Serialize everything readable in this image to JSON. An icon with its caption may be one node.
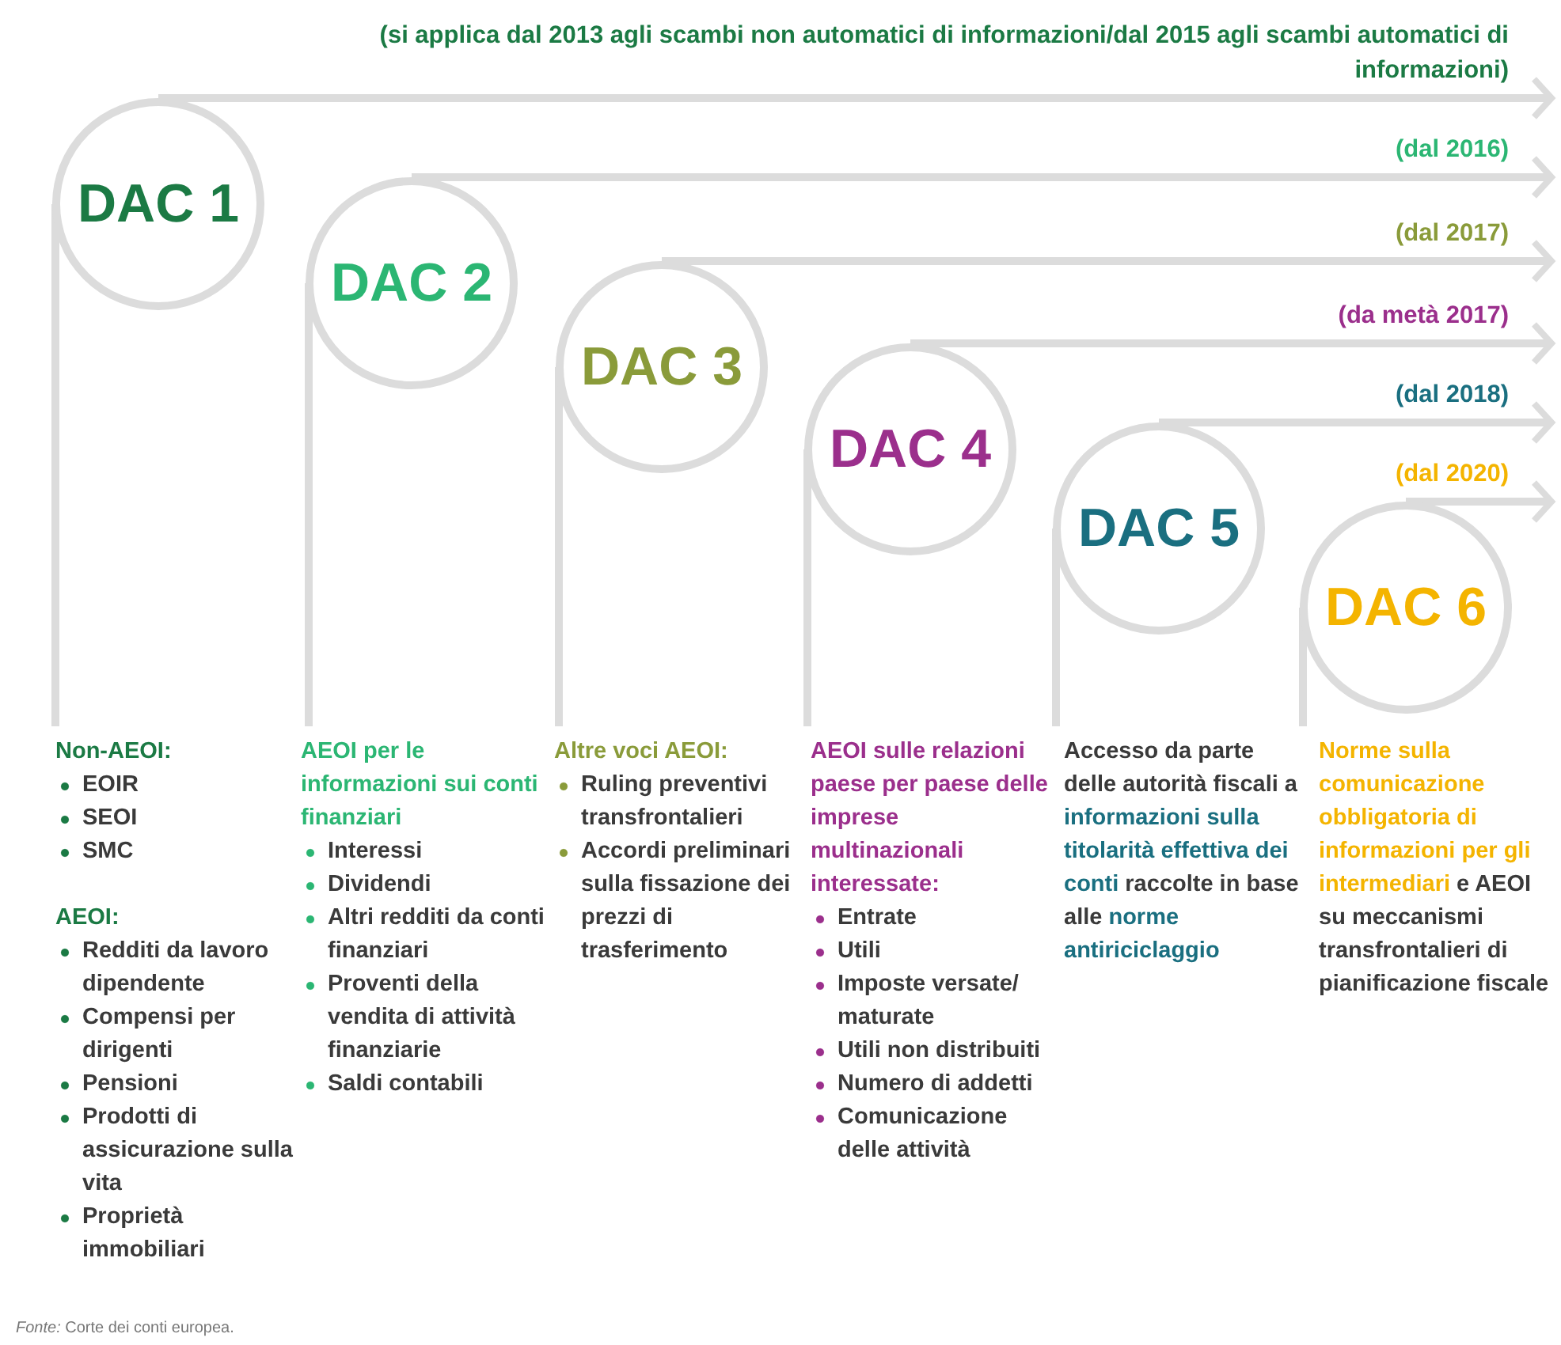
{
  "diagram": {
    "caption": "*Fonte:* Corte dei conti europea.",
    "nodes": [
      {
        "text": [
          "DAC 1"
        ]
      },
      {
        "text": [
          "DAC 2"
        ]
      },
      {
        "text": [
          "DAC 3"
        ]
      },
      {
        "text": [
          "DAC 4"
        ]
      },
      {
        "text": [
          "DAC 5"
        ]
      },
      {
        "text": [
          "DAC 6"
        ]
      },
      {
        "text": [
          "Non-AEOI:",
          "EOIR",
          "SEOI",
          "SMC",
          "AEOI:",
          "Redditi da lavoro dipendente",
          "Compensi per dirigenti",
          "Pensioni",
          "Prodotti di assicurazione sulla vita",
          "Proprietà immobiliari"
        ]
      },
      {
        "text": [
          "AEOI per le informazioni sui conti finanziari",
          "Interessi",
          "Dividendi",
          "Altri redditi da conti finanziari",
          "Proventi della vendita di attività finanziarie",
          "Saldi contabili"
        ]
      },
      {
        "text": [
          "Altre voci AEOI:",
          "Ruling preventivi transfrontalieri",
          "Accordi preliminari sulla fissazione dei prezzi di trasferimento"
        ]
      },
      {
        "text": [
          "AEOI sulle relazioni paese per paese delle imprese multinazionali interessate:",
          "Entrate",
          "Utili",
          "Imposte versate/ maturate",
          "Utili non distribuiti",
          "Numero di addetti",
          "Comunicazione delle attività"
        ]
      },
      {
        "text": [
          "Accesso da parte delle autorità fiscali a",
          "informazioni sulla titolarità effettiva dei conti",
          "raccolte in base alle",
          "norme antiriciclaggio"
        ]
      },
      {
        "text": [
          "Norme sulla comunicazione obbligatoria di informazioni per gli intermediari",
          "e AEOI su meccanismi transfrontalieri di pianificazione fiscale"
        ]
      }
    ],
    "edges": [
      {
        "from": 0,
        "to": null,
        "arrow": "to",
        "label": "(si applica dal 2013 agli scambi non automatici di informazioni/dal 2015 agli scambi automatici di informazioni)"
      },
      {
        "from": 1,
        "to": null,
        "arrow": "to",
        "label": "(dal 2016)"
      },
      {
        "from": 2,
        "to": null,
        "arrow": "to",
        "label": "(dal 2017)"
      },
      {
        "from": 3,
        "to": null,
        "arrow": "to",
        "label": "(da metà 2017)"
      },
      {
        "from": 4,
        "to": null,
        "arrow": "to",
        "label": "(dal 2018)"
      },
      {
        "from": 5,
        "to": null,
        "arrow": "to",
        "label": "(dal 2020)"
      },
      {
        "from": 0,
        "to": 6,
        "arrow": "none"
      },
      {
        "from": 1,
        "to": 7,
        "arrow": "none"
      },
      {
        "from": 2,
        "to": 8,
        "arrow": "none"
      },
      {
        "from": 3,
        "to": 9,
        "arrow": "none"
      },
      {
        "from": 4,
        "to": 10,
        "arrow": "none"
      },
      {
        "from": 5,
        "to": 11,
        "arrow": "none"
      }
    ]
  }
}
